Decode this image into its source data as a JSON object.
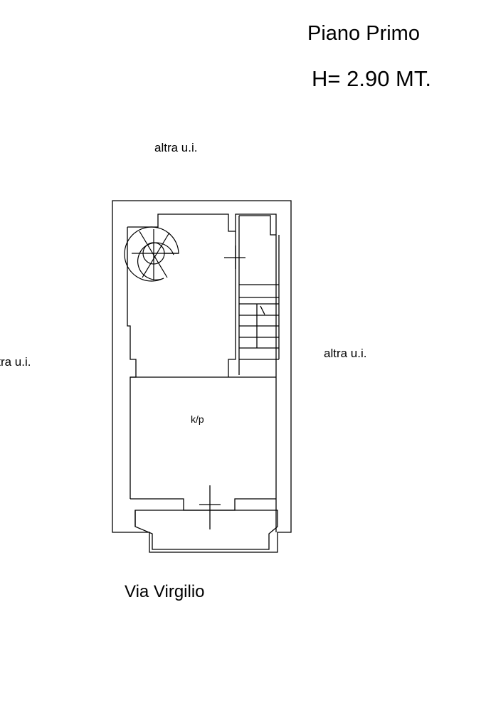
{
  "header": {
    "floor_title": "Piano Primo",
    "ceiling_height": "H= 2.90 MT."
  },
  "neighbors": {
    "top": "altra u.i.",
    "left": "altra u.i.",
    "right": "altra u.i."
  },
  "room": {
    "label": "k/p"
  },
  "street": {
    "name": "Via Virgilio"
  },
  "colors": {
    "line": "#000000",
    "background": "#ffffff"
  }
}
